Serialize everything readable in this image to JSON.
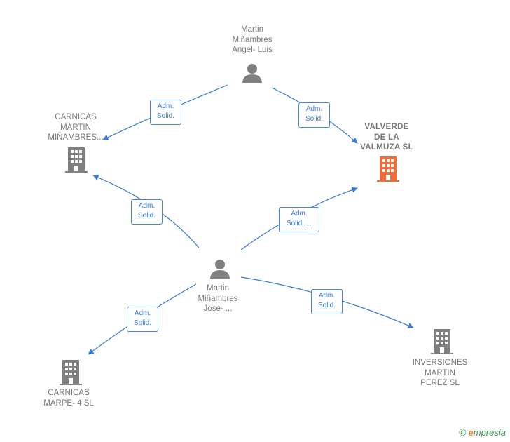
{
  "colors": {
    "edge": "#3a7bd5",
    "person_icon": "#808080",
    "company_icon": "#808080",
    "highlight_company_icon": "#f26b38",
    "edge_label_border": "#4a86d8",
    "edge_label_text": "#3a7bd5"
  },
  "nodes": {
    "angel_luis": {
      "label": "Martin\nMiñambres\nAngel- Luis",
      "type": "person",
      "icon": "person-icon"
    },
    "jose": {
      "label": "Martin\nMiñambres\nJose- ...",
      "type": "person",
      "icon": "person-icon"
    },
    "carnicas_martin": {
      "label": "CARNICAS\nMARTIN\nMIÑAMBRES...",
      "type": "company",
      "icon": "building-icon"
    },
    "valverde": {
      "label": "VALVERDE\nDE LA\nVALMUZA  SL",
      "type": "company",
      "icon": "building-icon",
      "highlighted": true
    },
    "carnicas_marpe": {
      "label": "CARNICAS\nMARPE- 4 SL",
      "type": "company",
      "icon": "building-icon"
    },
    "inversiones": {
      "label": "INVERSIONES\nMARTIN\nPEREZ SL",
      "type": "company",
      "icon": "building-icon"
    }
  },
  "edges": [
    {
      "from": "angel_luis",
      "to": "carnicas_martin",
      "label": "Adm.\nSolid."
    },
    {
      "from": "angel_luis",
      "to": "valverde",
      "label": "Adm.\nSolid."
    },
    {
      "from": "jose",
      "to": "carnicas_martin",
      "label": "Adm.\nSolid."
    },
    {
      "from": "jose",
      "to": "valverde",
      "label": "Adm.\nSolid.,..."
    },
    {
      "from": "jose",
      "to": "carnicas_marpe",
      "label": "Adm.\nSolid."
    },
    {
      "from": "jose",
      "to": "inversiones",
      "label": "Adm.\nSolid."
    }
  ],
  "watermark": {
    "symbol": "©",
    "brand_initial": "e",
    "brand_rest": "mpresia"
  }
}
